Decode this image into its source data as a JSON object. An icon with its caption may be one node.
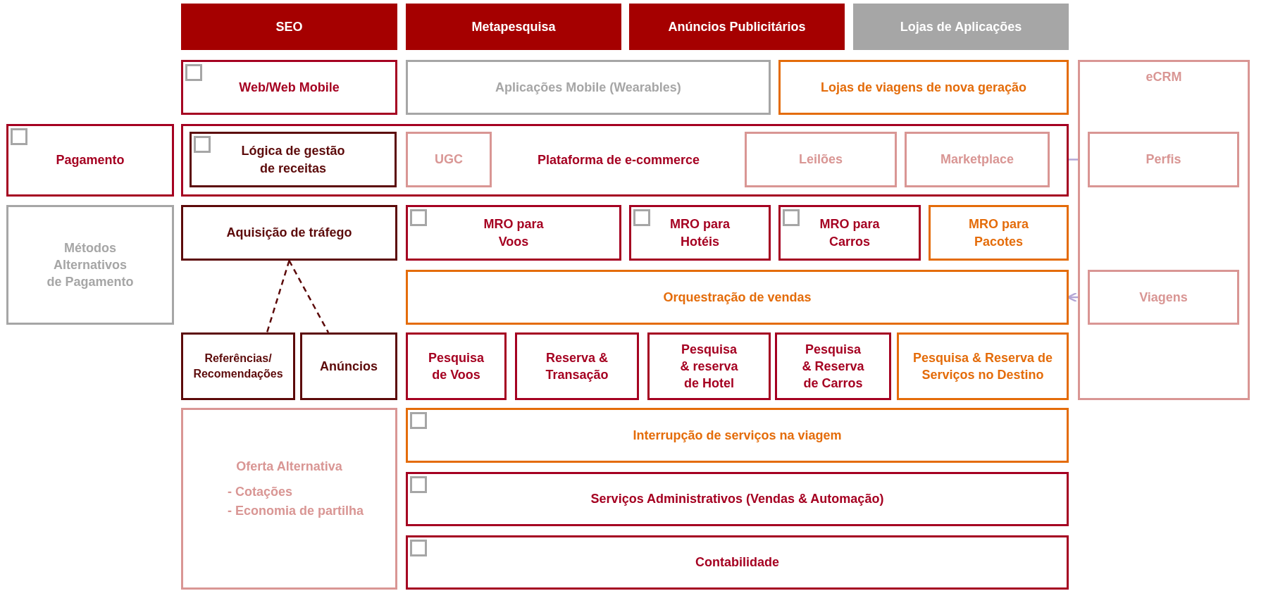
{
  "diagram": {
    "nodes": [
      {
        "text": [
          "SEO"
        ]
      },
      {
        "text": [
          "Metapesquisa"
        ]
      },
      {
        "text": [
          "Anúncios Publicitários"
        ]
      },
      {
        "text": [
          "Lojas de Aplicações"
        ]
      },
      {
        "text": [
          "Web/Web Mobile"
        ]
      },
      {
        "text": [
          "Aplicações Mobile (Wearables)"
        ]
      },
      {
        "text": [
          "Lojas de viagens de nova geração"
        ]
      },
      {
        "text": [
          "eCRM"
        ]
      },
      {
        "text": [
          "Pagamento"
        ]
      },
      {
        "text": [
          "Plataforma de e-commerce"
        ]
      },
      {
        "text": [
          "Lógica de gestão de receitas"
        ],
        "in": 9
      },
      {
        "text": [
          "UGC"
        ],
        "in": 9
      },
      {
        "text": [
          "Leilões"
        ],
        "in": 9
      },
      {
        "text": [
          "Marketplace"
        ],
        "in": 9
      },
      {
        "text": [
          "Perfis"
        ],
        "in": 7
      },
      {
        "text": [
          "Métodos Alternativos de Pagamento"
        ]
      },
      {
        "text": [
          "Aquisição de tráfego"
        ]
      },
      {
        "text": [
          "MRO para Voos"
        ]
      },
      {
        "text": [
          "MRO para Hotéis"
        ]
      },
      {
        "text": [
          "MRO para Carros"
        ]
      },
      {
        "text": [
          "MRO para Pacotes"
        ]
      },
      {
        "text": [
          "Orquestração de vendas"
        ]
      },
      {
        "text": [
          "Viagens"
        ],
        "in": 7
      },
      {
        "text": [
          "Referências/ Recomendações"
        ]
      },
      {
        "text": [
          "Anúncios"
        ]
      },
      {
        "text": [
          "Pesquisa de Voos"
        ]
      },
      {
        "text": [
          "Reserva & Transação"
        ]
      },
      {
        "text": [
          "Pesquisa & reserva de Hotel"
        ]
      },
      {
        "text": [
          "Pesquisa & Reserva de Carros"
        ]
      },
      {
        "text": [
          "Pesquisa & Reserva de Serviços no Destino"
        ]
      },
      {
        "text": [
          "Oferta Alternativa",
          "- Cotações",
          "- Economia de partilha"
        ]
      },
      {
        "text": [
          "Interrupção de serviços na viagem"
        ]
      },
      {
        "text": [
          "Serviços Administrativos (Vendas & Automação)"
        ]
      },
      {
        "text": [
          "Contabilidade"
        ]
      }
    ],
    "edges": [
      {
        "from": 16,
        "to": 23,
        "arrow": "none",
        "style": "dashed",
        "color": "#5c0a0a"
      },
      {
        "from": 16,
        "to": 24,
        "arrow": "none",
        "style": "dashed",
        "color": "#5c0a0a"
      },
      {
        "from": 13,
        "to": 14,
        "arrow": "both",
        "color": "#b4a7d6"
      },
      {
        "from": 21,
        "to": 22,
        "arrow": "both",
        "color": "#b4a7d6"
      }
    ]
  }
}
